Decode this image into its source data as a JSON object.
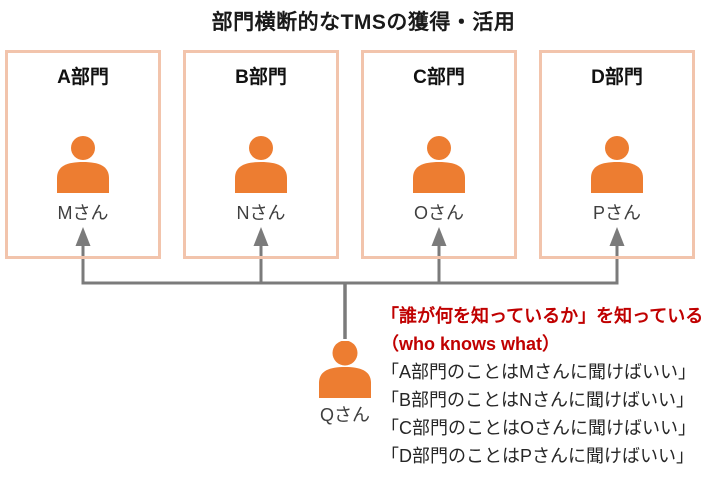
{
  "title": "部門横断的なTMSの獲得・活用",
  "colors": {
    "person_orange": "#ED7D31",
    "box_border_salmon": "#F2C4AC",
    "connector_gray": "#7B7B7B",
    "highlight_red": "#C00000"
  },
  "departments": [
    {
      "label": "A部門",
      "person": "Mさん"
    },
    {
      "label": "B部門",
      "person": "Nさん"
    },
    {
      "label": "C部門",
      "person": "Oさん"
    },
    {
      "label": "D部門",
      "person": "Pさん"
    }
  ],
  "connector_person": {
    "name": "Qさん"
  },
  "annotation": {
    "headline_jp": "「誰が何を知っているか」を知っている",
    "headline_en": "（who knows what）",
    "examples": [
      "「A部門のことはMさんに聞けばいい」",
      "「B部門のことはNさんに聞けばいい」",
      "「C部門のことはOさんに聞けばいい」",
      "「D部門のことはPさんに聞けばいい」"
    ]
  }
}
